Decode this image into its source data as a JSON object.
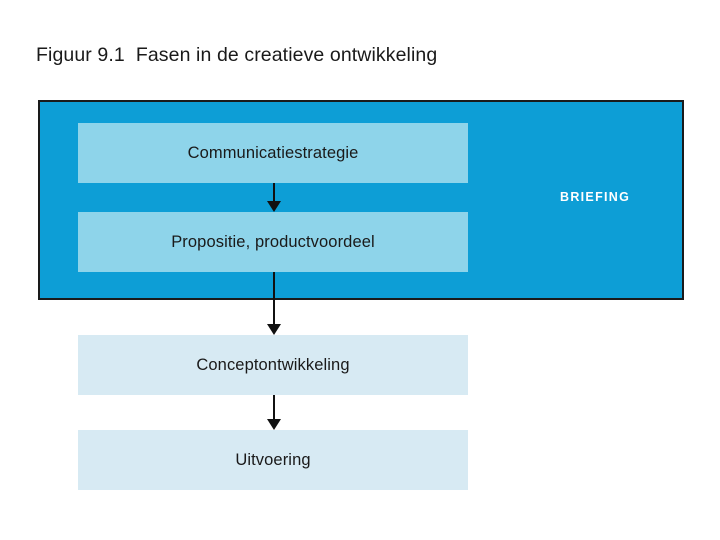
{
  "figure": {
    "title": "Figuur 9.1  Fasen in de creatieve ontwikkeling"
  },
  "diagram": {
    "type": "flowchart",
    "orientation": "vertical",
    "group": {
      "label": "BRIEFING",
      "contains": [
        "Communicatiestrategie",
        "Propositie, productvoordeel"
      ],
      "fill_color": "#0d9ed6",
      "border_color": "#1a1a1a",
      "label_color": "#ffffff"
    },
    "nodes": [
      {
        "id": "communicatiestrategie",
        "label": "Communicatiestrategie",
        "fill_color": "#8ed4ea",
        "inside_group": true
      },
      {
        "id": "propositie",
        "label": "Propositie, productvoordeel",
        "fill_color": "#8ed4ea",
        "inside_group": true
      },
      {
        "id": "conceptontwikkeling",
        "label": "Conceptontwikkeling",
        "fill_color": "#d7eaf3",
        "inside_group": false
      },
      {
        "id": "uitvoering",
        "label": "Uitvoering",
        "fill_color": "#d7eaf3",
        "inside_group": false
      }
    ],
    "edges": [
      {
        "from": "communicatiestrategie",
        "to": "propositie",
        "style": "arrow-down"
      },
      {
        "from": "propositie",
        "to": "conceptontwikkeling",
        "style": "arrow-down"
      },
      {
        "from": "conceptontwikkeling",
        "to": "uitvoering",
        "style": "arrow-down"
      }
    ],
    "arrow_color": "#111111"
  }
}
